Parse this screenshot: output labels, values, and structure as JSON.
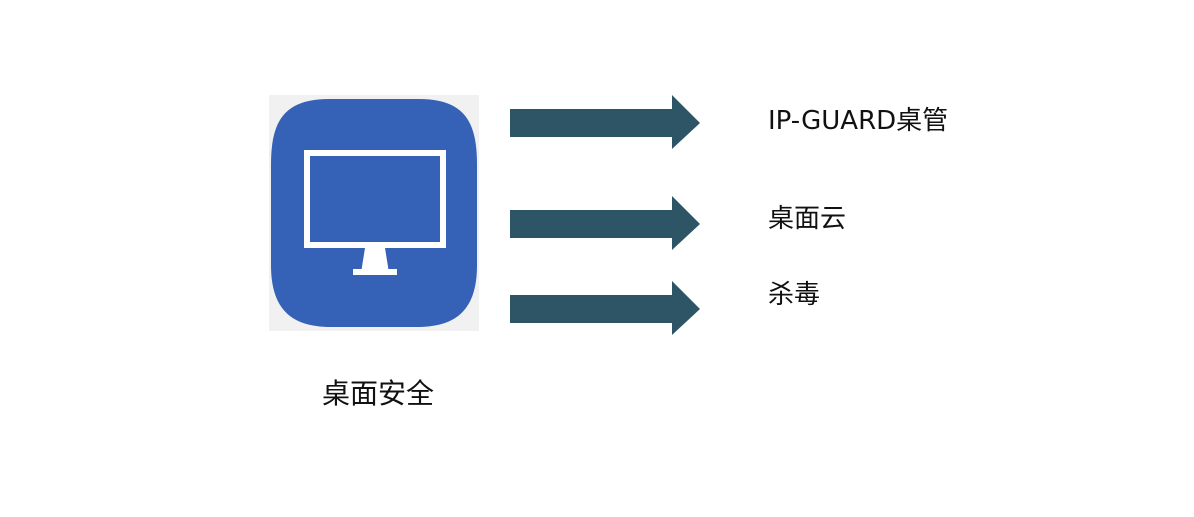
{
  "caption": "桌面安全",
  "branches": [
    {
      "label": "IP-GUARD桌管"
    },
    {
      "label": "桌面云"
    },
    {
      "label": "杀毒"
    }
  ],
  "colors": {
    "icon_blue": "#3561b7",
    "arrow": "#2d5566",
    "text": "#111111"
  },
  "icon": "desktop-monitor-icon"
}
